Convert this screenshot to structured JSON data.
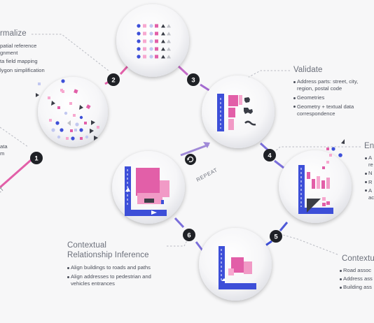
{
  "colors": {
    "pink": "#e25fa8",
    "purple": "#7b6fdb",
    "blue": "#3d4fd8",
    "dark": "#22252c",
    "badge": "#1f2126"
  },
  "steps": {
    "s1": {
      "num": "1",
      "partial_lines": [
        "ata",
        "m"
      ]
    },
    "s2": {
      "num": "2",
      "title": "rmalize",
      "lines": [
        "patial reference",
        "gnment",
        "ta field mapping",
        "lygon simplification"
      ]
    },
    "s3": {
      "num": "3",
      "title": "Validate",
      "lines": [
        "Address parts: street, city,",
        "region, postal code",
        "Geometries",
        "Geometry + textual data",
        "correspondence"
      ]
    },
    "s4": {
      "num": "4",
      "title": "En",
      "lines": [
        "A",
        "re",
        "N",
        "R",
        "A",
        "ac"
      ]
    },
    "s5": {
      "num": "5",
      "title": "Contextu",
      "lines": [
        "Road assoc",
        "Address ass",
        "Building ass"
      ]
    },
    "s6": {
      "num": "6",
      "title_line1": "Contextual",
      "title_line2": "Relationship Inference",
      "lines": [
        "Align buildings to roads and paths",
        "Align addresses to pedestrian and",
        "vehicles entrances"
      ]
    }
  },
  "repeat_label": "REPEAT",
  "left_partial_label": "RT"
}
